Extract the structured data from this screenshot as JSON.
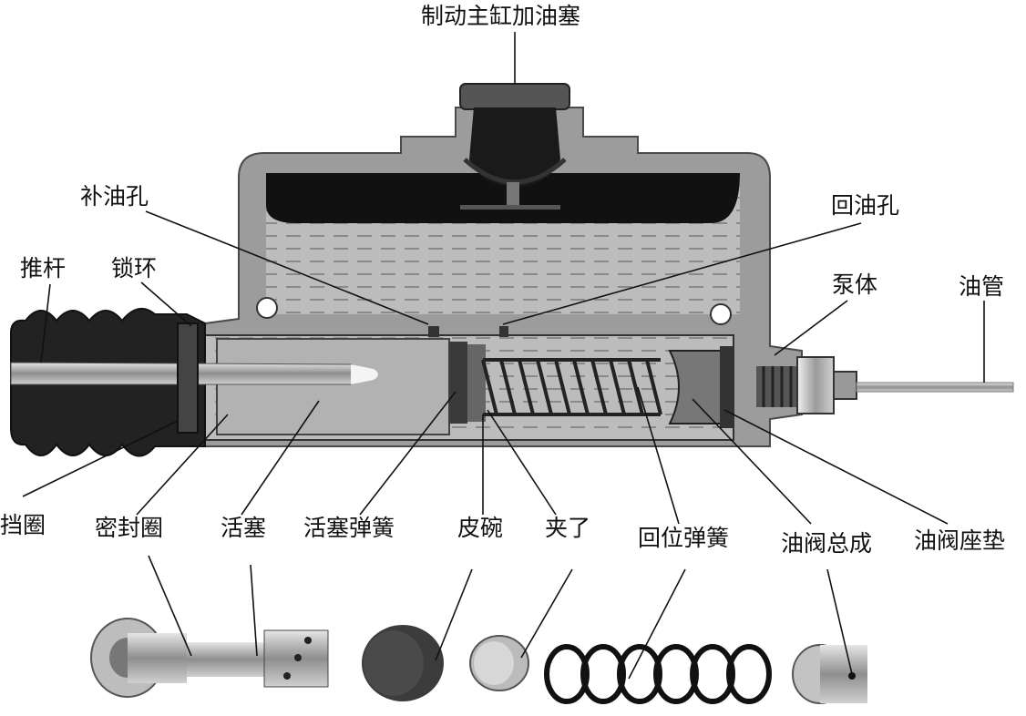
{
  "labels": {
    "filler_cap": "制动主缸加油塞",
    "compensating_port": "补油孔",
    "return_port": "回油孔",
    "push_rod": "推杆",
    "lock_ring": "锁环",
    "pump_body": "泵体",
    "oil_pipe": "油管",
    "retaining_ring": "挡圈",
    "seal_ring": "密封圈",
    "piston": "活塞",
    "piston_spring": "活塞弹簧",
    "leather_cup": "皮碗",
    "clip": "夹了",
    "return_spring": "回位弹簧",
    "valve_assembly": "油阀总成",
    "valve_seat_gasket": "油阀座垫"
  }
}
